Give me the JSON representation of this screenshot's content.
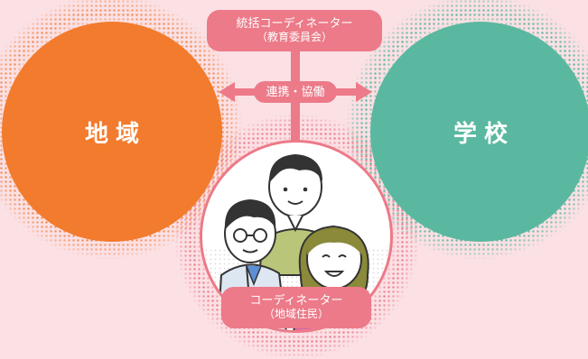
{
  "diagram": {
    "left_circle": {
      "label": "地域",
      "color": "#f27b2d"
    },
    "right_circle": {
      "label": "学校",
      "color": "#5bb8a0"
    },
    "accent_color": "#ec7a88",
    "top_box": {
      "line1": "統括コーディネーター",
      "line2": "（教育委員会）"
    },
    "link_label": "連携・協働",
    "bottom_box": {
      "line1": "コーディネーター",
      "line2": "（地域住民）"
    },
    "illustration": "three-people-illustration"
  }
}
